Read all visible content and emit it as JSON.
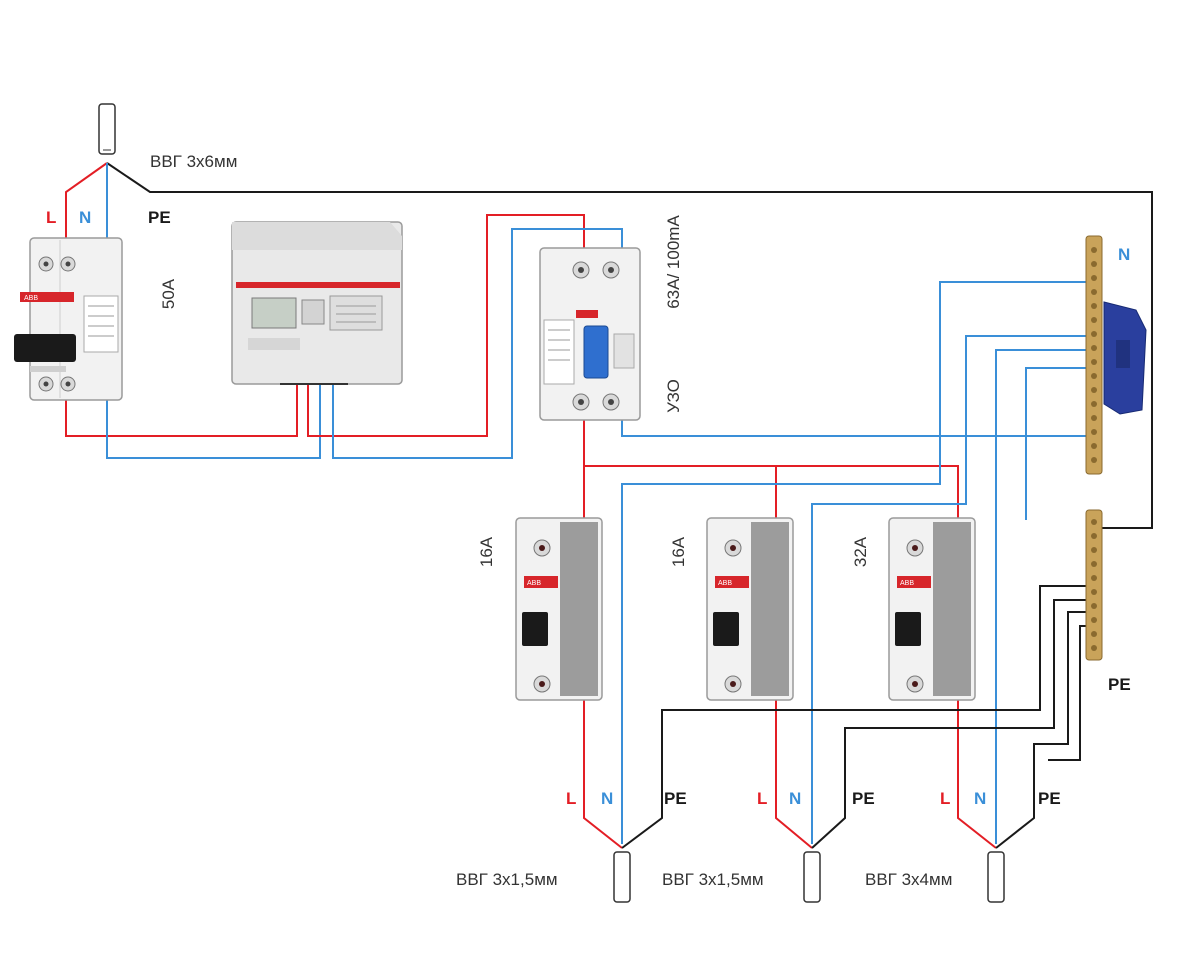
{
  "colors": {
    "phase": "#e31e25",
    "neutral": "#3a8fd8",
    "earth": "#1a1a1a",
    "breaker_body": "#f2f2f2",
    "abb_red": "#d7262b",
    "bus_brass": "#c9a35a",
    "bus_block": "#2a3f9e",
    "label_text": "#333333"
  },
  "input": {
    "cable": "ВВГ 3х6мм",
    "wire_l": "L",
    "wire_n": "N",
    "wire_pe": "PE"
  },
  "main_breaker": {
    "rating": "50А",
    "icon": "double-pole-breaker-icon"
  },
  "meter": {
    "icon": "electricity-meter-icon"
  },
  "rcd": {
    "rating": "63А/ 100mA",
    "name": "УЗО",
    "icon": "rcd-icon"
  },
  "bus_n": {
    "label": "N",
    "icon": "neutral-busbar-icon"
  },
  "bus_pe": {
    "label": "PE",
    "icon": "earth-busbar-icon"
  },
  "branches": [
    {
      "rating": "16А",
      "cable": "ВВГ 3х1,5мм",
      "l": "L",
      "n": "N",
      "pe": "PE"
    },
    {
      "rating": "16А",
      "cable": "ВВГ 3х1,5мм",
      "l": "L",
      "n": "N",
      "pe": "PE"
    },
    {
      "rating": "32А",
      "cable": "ВВГ 3х4мм",
      "l": "L",
      "n": "N",
      "pe": "PE"
    }
  ]
}
